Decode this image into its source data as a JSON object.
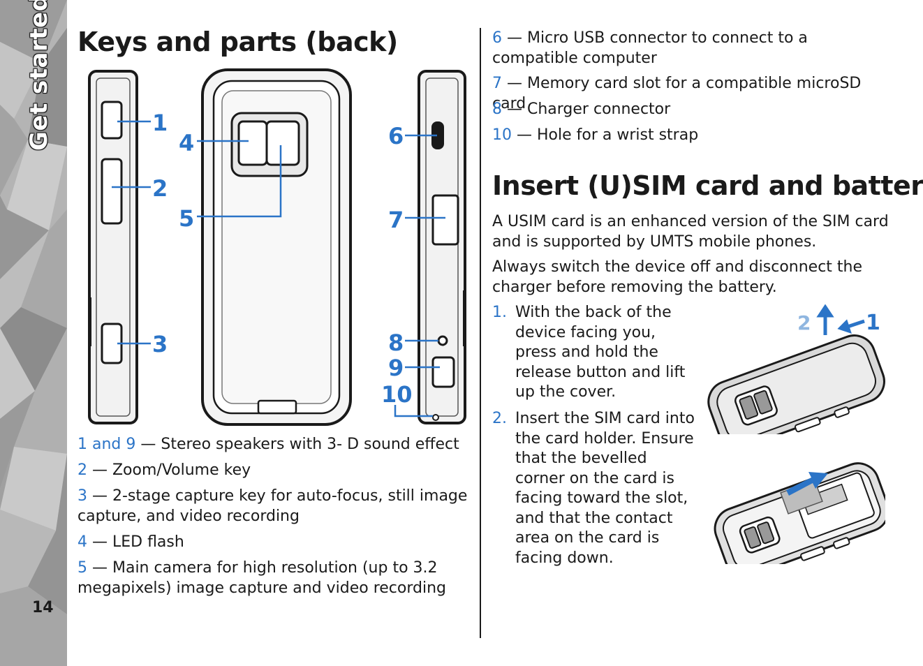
{
  "sidebar": {
    "section_label": "Get started",
    "page_number": "14"
  },
  "left": {
    "heading": "Keys and parts (back)",
    "callouts": [
      "1",
      "2",
      "3",
      "4",
      "5",
      "6",
      "7",
      "8",
      "9",
      "10"
    ],
    "items": [
      {
        "num": "1 and 9",
        "text": " — Stereo speakers with 3- D sound effect"
      },
      {
        "num": "2",
        "text": " — Zoom/Volume key"
      },
      {
        "num": "3",
        "text": " — 2-stage capture key for auto-focus, still image capture, and video recording"
      },
      {
        "num": "4",
        "text": " — LED flash"
      },
      {
        "num": "5",
        "text": " — Main camera for high resolution (up to 3.2 megapixels) image capture and video recording"
      }
    ]
  },
  "right": {
    "items": [
      {
        "num": "6",
        "text": " — Micro USB connector to connect to a compatible computer"
      },
      {
        "num": "7",
        "text": " — Memory card slot for a compatible microSD card"
      },
      {
        "num": "8",
        "text": " — Charger connector"
      },
      {
        "num": "10",
        "text": " — Hole for a wrist strap"
      }
    ],
    "heading": "Insert (U)SIM card and battery",
    "intro": "A USIM card is an enhanced version of the SIM card and is supported by UMTS mobile phones.",
    "warning": "Always switch the device off and disconnect the charger before removing the battery.",
    "steps": [
      {
        "n": "1.",
        "text": "With the back of the device facing you, press and hold the release button and lift up the cover."
      },
      {
        "n": "2.",
        "text": "Insert the SIM card into the card holder. Ensure that the bevelled corner on the card is facing toward the slot, and that the contact area on the card is facing down."
      }
    ],
    "cover_callouts": [
      "2",
      "1"
    ]
  },
  "colors": {
    "accent_blue": "#2b74c7",
    "text": "#1a1a1a",
    "band_gray": "#a9a9a9"
  }
}
